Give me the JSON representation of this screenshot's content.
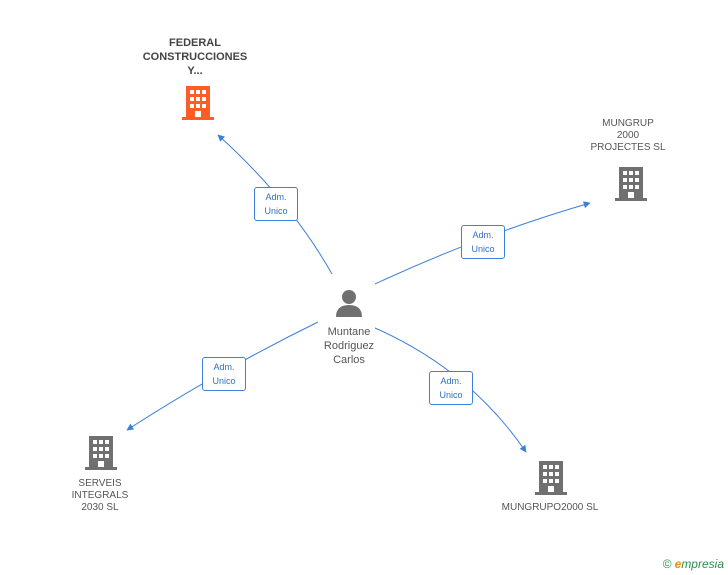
{
  "colors": {
    "edge": "#3d7fd9",
    "company_main": "#ff5c26",
    "company": "#707070",
    "person": "#707070"
  },
  "center": {
    "name": "Muntane\nRodriguez\nCarlos",
    "icon": "person-icon"
  },
  "companies": [
    {
      "id": "federal",
      "name": "FEDERAL\nCONSTRUCCIONES\nY...",
      "highlight": true,
      "icon": "building-icon"
    },
    {
      "id": "mungrup2000",
      "name": "MUNGRUP\n2000\nPROJECTES SL",
      "highlight": false,
      "icon": "building-icon"
    },
    {
      "id": "serveis",
      "name": "SERVEIS\nINTEGRALS\n2030 SL",
      "highlight": false,
      "icon": "building-icon"
    },
    {
      "id": "mungrupo2000",
      "name": "MUNGRUPO2000 SL",
      "highlight": false,
      "icon": "building-icon"
    }
  ],
  "edges": [
    {
      "label_line1": "Adm.",
      "label_line2": "Unico"
    },
    {
      "label_line1": "Adm.",
      "label_line2": "Unico"
    },
    {
      "label_line1": "Adm.",
      "label_line2": "Unico"
    },
    {
      "label_line1": "Adm.",
      "label_line2": "Unico"
    }
  ],
  "footer": {
    "copyright": "©",
    "brand_first": "e",
    "brand_rest": "mpresia"
  }
}
